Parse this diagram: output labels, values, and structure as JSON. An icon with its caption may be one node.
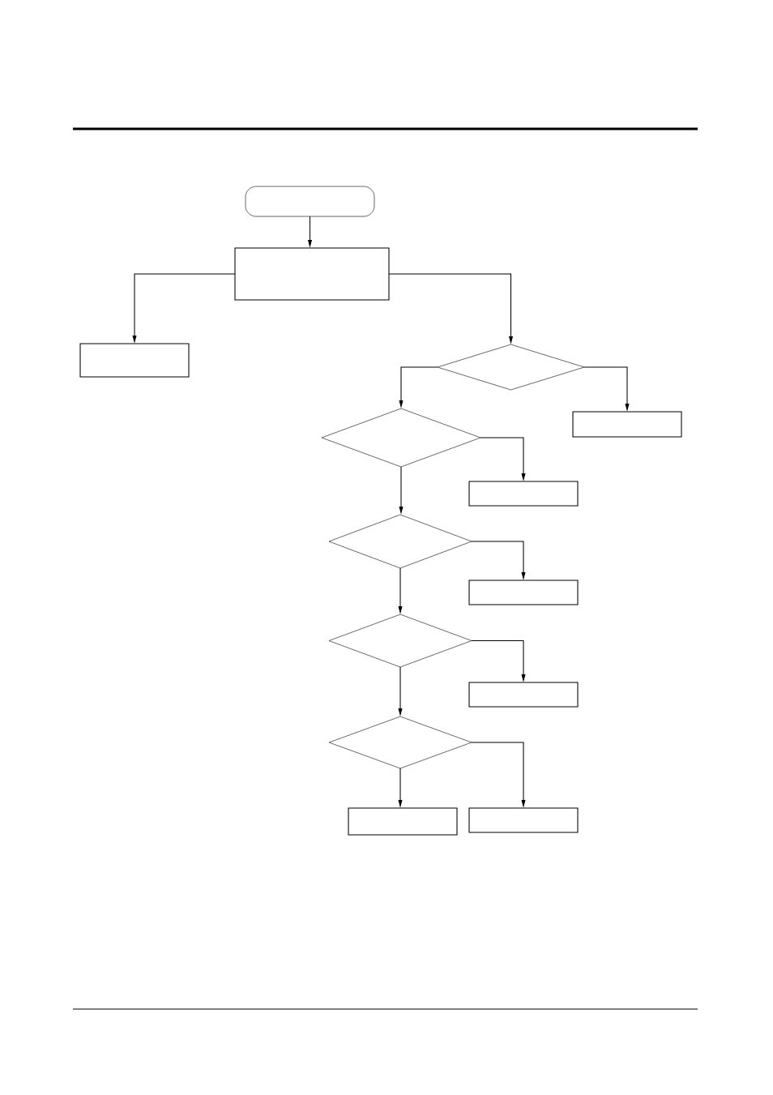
{
  "diagram": {
    "nodes": [
      {
        "text": [],
        "shape": "oval"
      },
      {
        "text": [],
        "shape": "box"
      },
      {
        "text": [],
        "shape": "box"
      },
      {
        "text": [],
        "shape": "diamond"
      },
      {
        "text": [],
        "shape": "diamond"
      },
      {
        "text": [],
        "shape": "box"
      },
      {
        "text": [],
        "shape": "box"
      },
      {
        "text": [],
        "shape": "diamond"
      },
      {
        "text": [],
        "shape": "box"
      },
      {
        "text": [],
        "shape": "diamond"
      },
      {
        "text": [],
        "shape": "box"
      },
      {
        "text": [],
        "shape": "diamond"
      },
      {
        "text": [],
        "shape": "box"
      },
      {
        "text": [],
        "shape": "box"
      }
    ],
    "edges": [
      {
        "from": 0,
        "to": 1,
        "arrow": "to"
      },
      {
        "from": 1,
        "to": 2,
        "arrow": "to"
      },
      {
        "from": 1,
        "to": 3,
        "arrow": "to"
      },
      {
        "from": 3,
        "to": 4,
        "arrow": "to"
      },
      {
        "from": 3,
        "to": 5,
        "arrow": "to"
      },
      {
        "from": 4,
        "to": 6,
        "arrow": "to"
      },
      {
        "from": 4,
        "to": 7,
        "arrow": "to"
      },
      {
        "from": 7,
        "to": 8,
        "arrow": "to"
      },
      {
        "from": 7,
        "to": 9,
        "arrow": "to"
      },
      {
        "from": 9,
        "to": 10,
        "arrow": "to"
      },
      {
        "from": 9,
        "to": 11,
        "arrow": "to"
      },
      {
        "from": 11,
        "to": 12,
        "arrow": "to"
      },
      {
        "from": 11,
        "to": 13,
        "arrow": "to"
      }
    ]
  }
}
